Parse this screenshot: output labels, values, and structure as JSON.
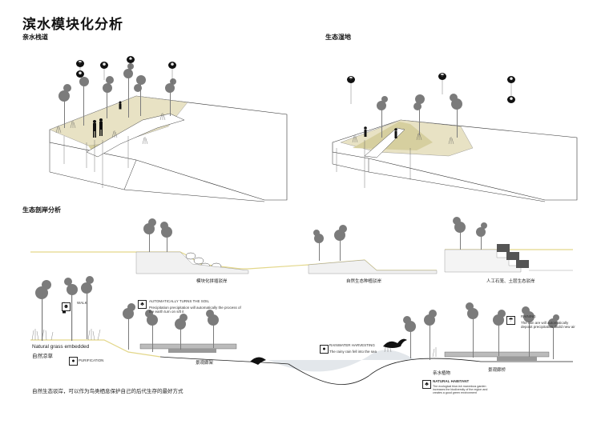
{
  "title": "滨水模块化分析",
  "panels": {
    "plank_road": "亲水栈道",
    "wetland": "生态湿地",
    "section": "生态剖岸分析"
  },
  "captions": {
    "modular_bank": "模块化拼插驳岸",
    "natural_bank": "自然生态种植驳岸",
    "stone_bank": "人工石笼、土层生态驳岸",
    "boardwalk": "景观廊架",
    "waterside_plants": "亲水植物",
    "landscape_bridge": "景观廊桥"
  },
  "notes": {
    "grass_en": "Natural grass embedded",
    "grass_cn": "自然凉草",
    "purification": "PURIFICATION",
    "auto_turn_title": "AUTOMATICALLY TURNS THE SOIL",
    "auto_turn_body": "Precipitation precipitation will automatically the process of the earth turn on sift it",
    "rainwater_title": "RAINWATER HARVESTING",
    "rainwater_body": "The rainy rain fell into the sea",
    "rain_title": "RAINING",
    "rain_body": "The rain are will automatically deposit precipitation, build new air",
    "habitat_title": "NATURAL HABITANT",
    "habitat_body": "The ecological blue-ish marvelous garden increases the biodiversity of the region and creates a good green environment",
    "bottom_note": "自然生态驳岸，可以作为鸟类栖息保护自己的后代生存的最好方式",
    "walk_label": "WALK"
  },
  "icons": {
    "umbrella": "☂",
    "person": "☻",
    "tree": "♣",
    "water_drop": "●"
  },
  "colors": {
    "sand": "#e8e2c4",
    "sand_dark": "#d6cf9f",
    "ground_line": "#e3d78a",
    "tree": "#7b7b7b",
    "water": "#c8d0d8"
  }
}
